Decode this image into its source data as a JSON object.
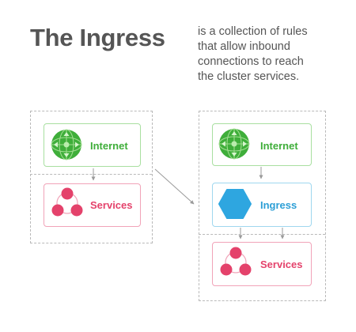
{
  "title": "The Ingress",
  "description": [
    "is a collection of rules",
    "that allow inbound",
    "connections to reach",
    "the cluster services."
  ],
  "before": {
    "internet_label": "Internet",
    "services_label": "Services"
  },
  "after": {
    "internet_label": "Internet",
    "ingress_label": "Ingress",
    "services_label": "Services"
  },
  "colors": {
    "text_gray": "#555555",
    "internet_green": "#3fae3a",
    "services_pink": "#e4426b",
    "ingress_blue": "#2d9fd6"
  }
}
